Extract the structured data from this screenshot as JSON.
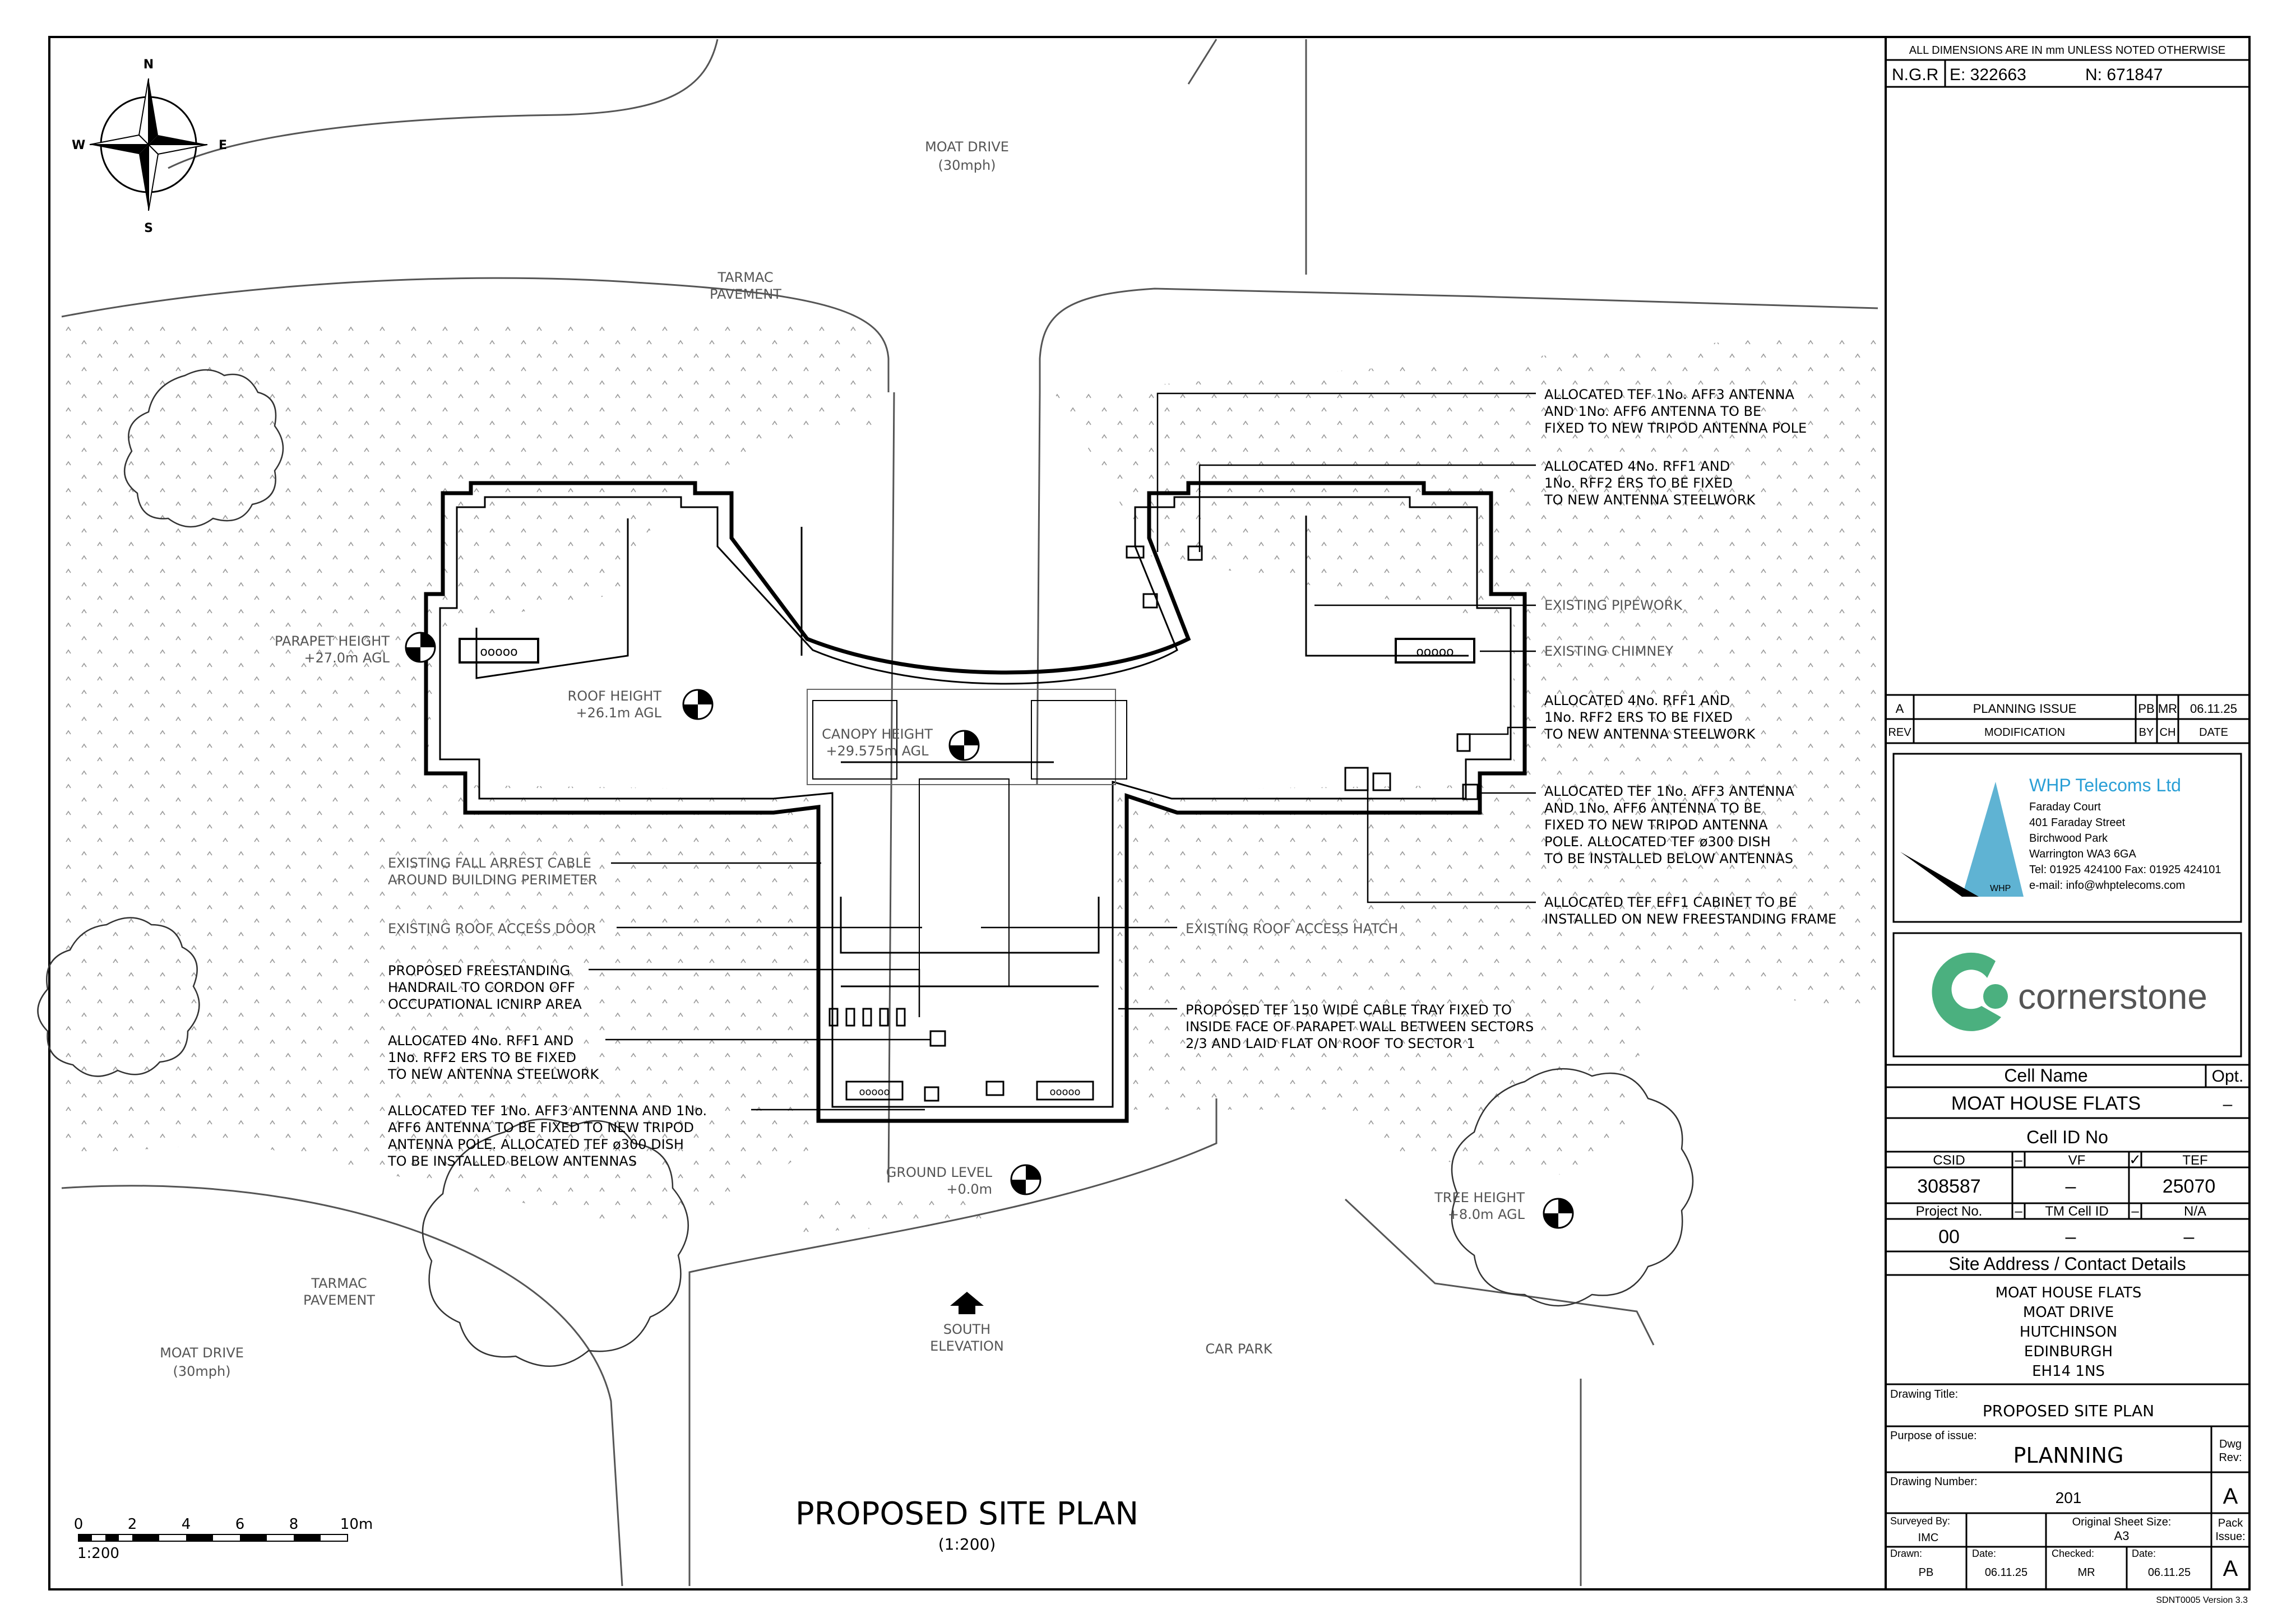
{
  "compass": {
    "n": "N",
    "e": "E",
    "s": "S",
    "w": "W"
  },
  "roads": {
    "moat_drive_top": [
      "MOAT DRIVE",
      "(30mph)"
    ],
    "tarmac_top": [
      "TARMAC",
      "PAVEMENT"
    ],
    "tarmac_bottom": [
      "TARMAC",
      "PAVEMENT"
    ],
    "moat_drive_bottom": [
      "MOAT DRIVE",
      "(30mph)"
    ],
    "car_park": "CAR PARK"
  },
  "levels": {
    "parapet": [
      "PARAPET HEIGHT",
      "+27.0m AGL"
    ],
    "roof": [
      "ROOF HEIGHT",
      "+26.1m AGL"
    ],
    "canopy": [
      "CANOPY HEIGHT",
      "+29.575m AGL"
    ],
    "ground": [
      "GROUND LEVEL",
      "+0.0m"
    ],
    "tree": [
      "TREE HEIGHT",
      "+8.0m AGL"
    ]
  },
  "chimney_label": "ooooo",
  "notes_right": [
    [
      "ALLOCATED TEF 1No. AFF3 ANTENNA",
      "AND 1No. AFF6 ANTENNA TO BE",
      "FIXED TO NEW TRIPOD ANTENNA POLE"
    ],
    [
      "ALLOCATED 4No. RFF1 AND",
      "1No. RFF2 ERS TO BE FIXED",
      "TO NEW ANTENNA STEELWORK"
    ],
    [
      "EXISTING PIPEWORK"
    ],
    [
      "EXISTING CHIMNEY"
    ],
    [
      "ALLOCATED 4No. RFF1 AND",
      "1No. RFF2 ERS TO BE FIXED",
      "TO NEW ANTENNA STEELWORK"
    ],
    [
      "ALLOCATED TEF 1No. AFF3 ANTENNA",
      "AND 1No. AFF6 ANTENNA TO BE",
      "FIXED TO NEW TRIPOD ANTENNA",
      "POLE. ALLOCATED TEF ø300 DISH",
      "TO BE INSTALLED BELOW ANTENNAS"
    ],
    [
      "ALLOCATED TEF EFF1 CABINET TO BE",
      "INSTALLED ON NEW FREESTANDING FRAME"
    ]
  ],
  "notes_left": [
    [
      "EXISTING FALL ARREST CABLE",
      "AROUND BUILDING PERIMETER"
    ],
    [
      "EXISTING ROOF ACCESS DOOR"
    ],
    [
      "PROPOSED FREESTANDING",
      "HANDRAIL TO CORDON OFF",
      "OCCUPATIONAL ICNIRP AREA"
    ],
    [
      "ALLOCATED 4No. RFF1 AND",
      "1No. RFF2 ERS TO BE FIXED",
      "TO NEW ANTENNA STEELWORK"
    ],
    [
      "ALLOCATED TEF 1No. AFF3 ANTENNA AND 1No.",
      "AFF6 ANTENNA TO BE FIXED TO NEW TRIPOD",
      "ANTENNA POLE. ALLOCATED TEF ø300 DISH",
      "TO BE INSTALLED BELOW ANTENNAS"
    ]
  ],
  "note_hatch": "EXISTING ROOF ACCESS HATCH",
  "note_tray": [
    "PROPOSED TEF 150 WIDE CABLE TRAY FIXED TO",
    "INSIDE FACE OF PARAPET WALL BETWEEN SECTORS",
    "2/3 AND LAID FLAT ON ROOF TO SECTOR 1"
  ],
  "south_elevation": [
    "SOUTH",
    "ELEVATION"
  ],
  "scale_bar": {
    "ticks": [
      "0",
      "2",
      "4",
      "6",
      "8",
      "10m"
    ],
    "ratio": "1:200"
  },
  "drawing_title": {
    "main": "PROPOSED SITE PLAN",
    "scale": "(1:200)"
  },
  "title_block": {
    "dims_note": "ALL DIMENSIONS ARE IN mm UNLESS NOTED OTHERWISE",
    "ngr_label": "N.G.R",
    "easting": "E: 322663",
    "northing": "N: 671847",
    "rev_row": {
      "rev": "A",
      "desc": "PLANNING ISSUE",
      "by": "PB",
      "ch": "MR",
      "date": "06.11.25"
    },
    "rev_header": {
      "rev": "REV",
      "desc": "MODIFICATION",
      "by": "BY",
      "ch": "CH",
      "date": "DATE"
    },
    "whp": {
      "name": "WHP Telecoms Ltd",
      "lines": [
        "Faraday Court",
        "401 Faraday Street",
        "Birchwood Park",
        "Warrington WA3 6GA",
        "Tel: 01925 424100  Fax: 01925 424101",
        "e-mail: info@whptelecoms.com"
      ],
      "badge": "WHP"
    },
    "cornerstone": "cornerstone",
    "cell_name_label": "Cell Name",
    "opt_label": "Opt.",
    "cell_name": "MOAT HOUSE FLATS",
    "opt_value": "–",
    "cell_id_label": "Cell ID No",
    "csid_label": "CSID",
    "csid_dash": "–",
    "vf_label": "VF",
    "tick": "✓",
    "tef_label": "TEF",
    "csid_value": "308587",
    "vf_value": "–",
    "tef_value": "25070",
    "project_label": "Project No.",
    "tm_dash": "–",
    "tm_label": "TM Cell ID",
    "na_dash": "–",
    "na_label": "N/A",
    "project_value": "00",
    "tm_value": "–",
    "na_value": "–",
    "site_address_label": "Site Address / Contact Details",
    "address": [
      "MOAT HOUSE FLATS",
      "MOAT DRIVE",
      "HUTCHINSON",
      "EDINBURGH",
      "EH14  1NS"
    ],
    "drawing_title_label": "Drawing Title:",
    "drawing_title_value": "PROPOSED  SITE  PLAN",
    "purpose_label": "Purpose of issue:",
    "purpose_value": "PLANNING",
    "dwg_rev_label": [
      "Dwg",
      "Rev:"
    ],
    "drawing_number_label": "Drawing Number:",
    "drawing_number": "201",
    "dwg_rev_value": "A",
    "surveyed_label": "Surveyed By:",
    "surveyed_value": "IMC",
    "sheet_label": "Original Sheet Size:",
    "sheet_value": "A3",
    "pack_label": [
      "Pack",
      "Issue:"
    ],
    "drawn_label": "Drawn:",
    "drawn_value": "PB",
    "date_label": "Date:",
    "date_value": "06.11.25",
    "checked_label": "Checked:",
    "checked_value": "MR",
    "date2_label": "Date:",
    "date2_value": "06.11.25",
    "pack_value": "A"
  },
  "version": "SDNT0005 Version 3.3"
}
